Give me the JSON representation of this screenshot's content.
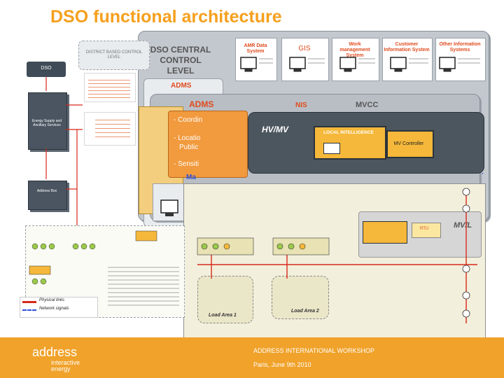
{
  "slide_title": "DSO functional architecture",
  "dso_left_label": "DSO",
  "header_small_left": "DISTRICT BASED CONTROL LEVEL",
  "central": {
    "line1": "DSO CENTRAL",
    "line2": "CONTROL",
    "line3": "LEVEL"
  },
  "systems": [
    {
      "label": "AMR Data System"
    },
    {
      "label": "GIS"
    },
    {
      "label": "Work management System"
    },
    {
      "label": "Customer Information System"
    },
    {
      "label": "Other Information Systems"
    }
  ],
  "adms_small": "ADMS",
  "adms_big": "ADMS",
  "nis": "NIS",
  "mvcc": "MVCC",
  "hvmv": "HV/MV",
  "local_intelligence": "LOCAL INTELLIGENCE",
  "mv_controller": "MV Controller",
  "coordination_text": "- Coordin",
  "location_text_1": "- Locatio",
  "location_text_2": "Public",
  "sensitivity_text": "- Sensiti",
  "market_text": "Ma",
  "left_box_1": "Energy Supply and Ancillary Services",
  "left_box_2": "Address Box",
  "mvl": "MV/L",
  "rtu": "RTU",
  "load_area_1": "Load Area 1",
  "load_area_2": "Load Area 2",
  "legend_physical": "Physical links",
  "legend_signals": "Network signals",
  "footer": {
    "brand": "address",
    "brand_sub1": "interactive",
    "brand_sub2": "energy",
    "workshop": "ADDRESS INTERNATIONAL WORKSHOP",
    "date": "Paris, June 9th 2010"
  }
}
